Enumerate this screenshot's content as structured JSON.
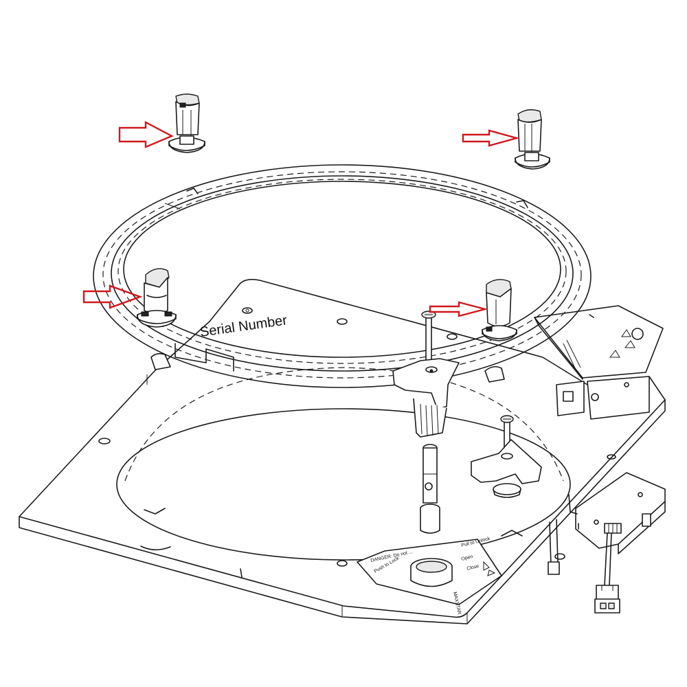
{
  "labels": {
    "serial_number": "Serial Number",
    "danger_warning": "DANGER: Do not ...",
    "pull_to_unlock": "Pull to Unlock",
    "push_to_lock": "Push to Lock",
    "open": "Open",
    "close": "Close",
    "brand": "MAXSTAR"
  },
  "colors": {
    "arrow": "#d0171c",
    "line": "#1a1a1a",
    "background": "#ffffff"
  },
  "callouts": [
    {
      "target": "clip-top-left",
      "icon": "arrow-right-icon"
    },
    {
      "target": "clip-top-right",
      "icon": "arrow-right-icon"
    },
    {
      "target": "clip-on-ring-left",
      "icon": "arrow-right-icon"
    },
    {
      "target": "clip-on-ring-right",
      "icon": "arrow-right-icon"
    }
  ]
}
